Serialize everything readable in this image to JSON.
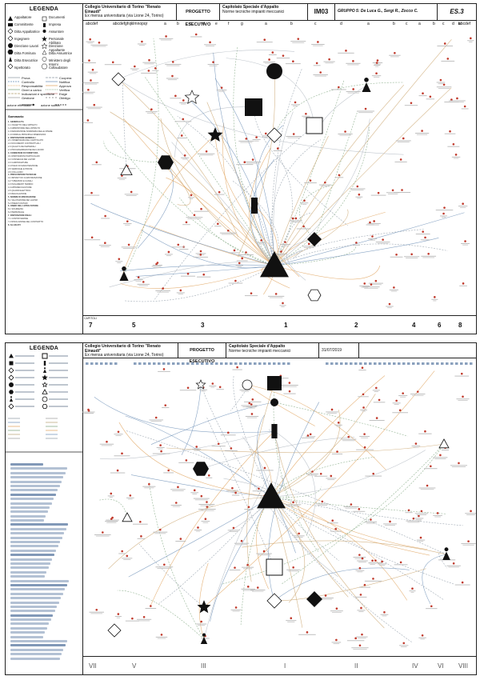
{
  "top_sheet": {
    "legend_title": "LEGENDA",
    "legend_items": [
      {
        "icon": "triangle-icon",
        "label": "Appaltatore"
      },
      {
        "icon": "square-icon",
        "label": "Documenti"
      },
      {
        "icon": "rect-icon",
        "label": "Committente"
      },
      {
        "icon": "bar-icon",
        "label": "Impresa"
      },
      {
        "icon": "diamond-icon",
        "label": "Ditta Appaltatrice"
      },
      {
        "icon": "person-icon",
        "label": "Assuntore"
      },
      {
        "icon": "diamond-outline-icon",
        "label": "Ingegnere"
      },
      {
        "icon": "star-icon",
        "label": "Personale Abilitato"
      },
      {
        "icon": "circle-icon",
        "label": "Direzione Lavori"
      },
      {
        "icon": "star-outline-icon",
        "label": "Direzione Appaltante"
      },
      {
        "icon": "hexagon-icon",
        "label": "Ditta Fornitura"
      },
      {
        "icon": "triangle-outline-icon",
        "label": "Ditta Assuntrice"
      },
      {
        "icon": "person-black-icon",
        "label": "Ditta Esecutrice"
      },
      {
        "icon": "circle-outline-icon",
        "label": "Ministero degli Interni"
      },
      {
        "icon": "diamond-tri-icon",
        "label": "Ispettorato"
      },
      {
        "icon": "hexagon-outline-icon",
        "label": "Collaudatore"
      }
    ],
    "legend_lines_left": [
      "Prova",
      "Controllo",
      "Responsabilità",
      "Oneri a carico",
      "Indicazioni e specifiche",
      "Gestione"
    ],
    "legend_lines_right": [
      "Coopera",
      "Notifica",
      "Approva",
      "Verifica",
      "Esige",
      "Obbligo"
    ],
    "arrow_legend": [
      "azione effettuata",
      "azione subita"
    ],
    "summary_title": "Sommario",
    "summary_items": [
      "1. GENERALITÀ",
      "1.1 OGGETTO DELL'APPALTO",
      "1.2 AMMONTARE DELL'APPALTO",
      "1.3 DESCRIZIONE SOMMARIA DELLE OPERE",
      "1.4 FORMA E PRINCIPALI DIMENSIONI",
      "2. DISPOSIZIONI GENERALI",
      "2.1 OSSERVANZA DEL CAPITOLATO",
      "2.2 DOCUMENTI CONTRATTUALI",
      "2.3 QUALITÀ DEI MATERIALI",
      "2.4 PROGRAMMAZIONE DEI LAVORI",
      "3. CONDIZIONI DI FORNITURA",
      "3.1 DISPOSIZIONI PARTICOLARI",
      "3.2 CONSEGNA DEI LAVORI",
      "3.3 CAMPIONATURE",
      "3.4 PIANO DI MANUTENZIONE",
      "3.5 VERIFICHE E PROVE",
      "3.6 COLLAUDO",
      "4. PRESCRIZIONI TECNICHE",
      "4.1 IMPIANTI DI CLIMATIZZAZIONE",
      "4.2 TUBAZIONI E CANALI",
      "4.3 ISOLAMENTI TERMICI",
      "4.4 APPARECCHIATURE",
      "4.5 QUADRI ELETTRICI",
      "4.6 REGOLAZIONE",
      "5. NORME DI MISURAZIONE",
      "5.1 VALUTAZIONE DEI LAVORI",
      "5.2 PREZZI UNITARI",
      "6. ONERI DELL'APPALTATORE",
      "6.1 SICUREZZA",
      "6.2 PERSONALE",
      "7. DISPOSIZIONI FINALI",
      "7.1 CONTROVERSIE",
      "7.2 RISOLUZIONE DEL CONTRATTO",
      "8. ALLEGATI"
    ],
    "title_cells": [
      "Collegio Universitario di Torino \"Renato Einaudi\"",
      "Ex mensa universitaria (via Lione 24, Torino)",
      "PROGETTO ESECUTIVO",
      "Capitolato Speciale d'Appalto",
      "Norme tecniche impianti meccanici",
      "IM03",
      "GRUPPO 5: De Luca G., Sergi R., Zocco C.",
      "ES.3"
    ],
    "column_letters": [
      "abcdef",
      "abcdefghijklmnopqr",
      "a",
      "b",
      "c",
      "d",
      "e",
      "f",
      "g",
      "a",
      "b",
      "c",
      "d",
      "a",
      "b",
      "c",
      "a",
      "b",
      "c",
      "d",
      "abcdef",
      "a",
      "b",
      "c"
    ],
    "footer_numbers": [
      "7",
      "5",
      "3",
      "1",
      "2",
      "4",
      "6",
      "8"
    ],
    "footer_label": "CAPITOLI"
  },
  "bottom_sheet": {
    "legend_title": "LEGENDA",
    "title_cells": [
      "Collegio Universitario di Torino \"Renato Einaudi\"",
      "Ex mensa universitaria (via Lione 24, Torino)",
      "PROGETTO ESECUTIVO",
      "Capitolato Speciale d'Appalto",
      "Norme tecniche impianti meccanici",
      "31/07/2019"
    ],
    "footer_numbers": [
      "VII",
      "V",
      "III",
      "I",
      "II",
      "IV",
      "VI",
      "VIII"
    ]
  },
  "colors": {
    "ink": "#111111",
    "dot": "#c0392b",
    "line_grey": "#8a96a3",
    "line_blue": "#6a8db5",
    "line_orange": "#e0a15a",
    "line_green": "#7aa27a",
    "list_blue": "#8aa0bd"
  }
}
